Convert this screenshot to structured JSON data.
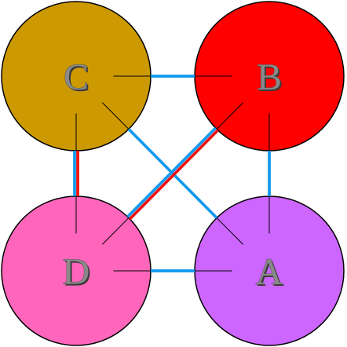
{
  "nodes": [
    {
      "id": "C",
      "label": "C",
      "color": "#CC9900"
    },
    {
      "id": "B",
      "label": "B",
      "color": "#FF0000"
    },
    {
      "id": "D",
      "label": "D",
      "color": "#FF66BB"
    },
    {
      "id": "A",
      "label": "A",
      "color": "#CC66FF"
    }
  ],
  "edges": [
    {
      "from": "C",
      "to": "B",
      "colors": [
        "#1199EE"
      ]
    },
    {
      "from": "C",
      "to": "D",
      "colors": [
        "#EE1111",
        "#1199EE"
      ]
    },
    {
      "from": "C",
      "to": "A",
      "colors": [
        "#1199EE"
      ]
    },
    {
      "from": "B",
      "to": "D",
      "colors": [
        "#EE1111",
        "#1199EE"
      ]
    },
    {
      "from": "B",
      "to": "A",
      "colors": [
        "#1199EE"
      ]
    },
    {
      "from": "D",
      "to": "A",
      "colors": [
        "#1199EE"
      ]
    }
  ]
}
